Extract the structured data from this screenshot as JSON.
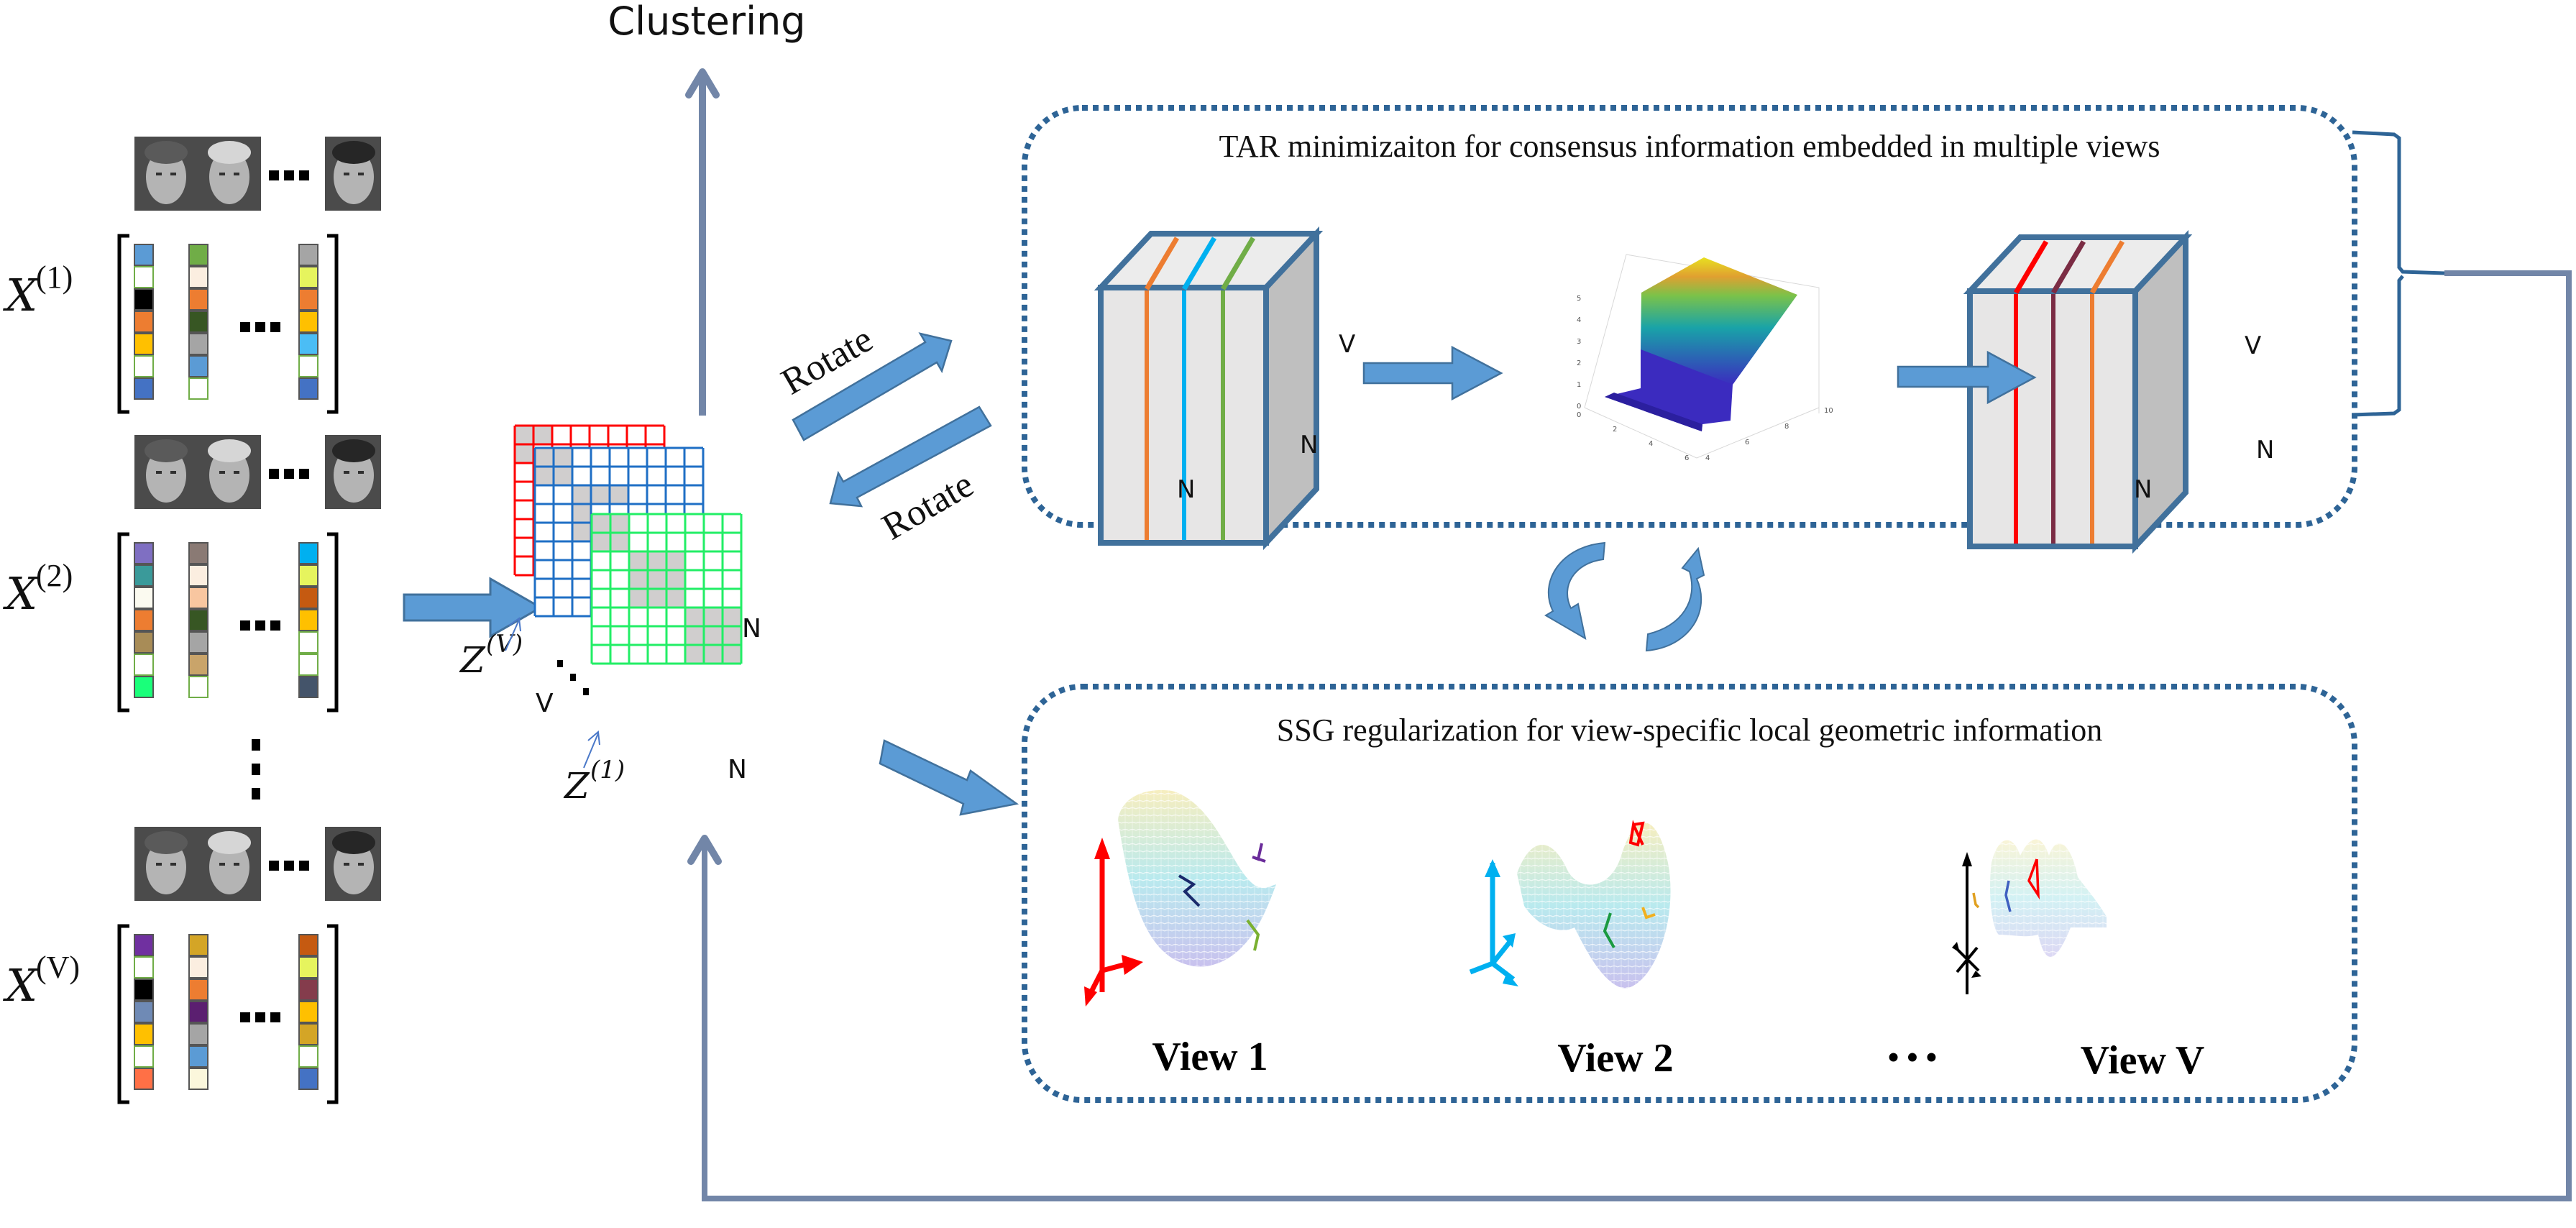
{
  "title_clustering": "Clustering",
  "views_input": [
    {
      "label_base": "X",
      "label_sup": "(1)",
      "columns": [
        [
          "#5b9bd5",
          "#ffffff",
          "#000000",
          "#ed7d31",
          "#ffc000",
          "#ffffff",
          "#4472c4"
        ],
        [
          "#70ad47",
          "#fbeee0",
          "#ed7d31",
          "#375623",
          "#a5a5a5",
          "#5b9bd5",
          "#ffffff"
        ],
        [
          "#a5a5a5",
          "#e6f45e",
          "#ed7d31",
          "#ffc000",
          "#4bbdf5",
          "#ffffff",
          "#4472c4"
        ]
      ]
    },
    {
      "label_base": "X",
      "label_sup": "(2)",
      "columns": [
        [
          "#7f6fc2",
          "#3a9a9a",
          "#fbfaf0",
          "#ed7d31",
          "#a88c57",
          "#ffffff",
          "#1aff7a"
        ],
        [
          "#8a7a74",
          "#fbeee0",
          "#f8c6a0",
          "#375623",
          "#a5a5a5",
          "#c9a46a",
          "#ffffff"
        ],
        [
          "#00b0f0",
          "#e6f45e",
          "#c55a11",
          "#ffc000",
          "#ffffff",
          "#ffffff",
          "#44546a"
        ]
      ]
    },
    {
      "label_base": "X",
      "label_sup": "(V)",
      "columns": [
        [
          "#7030a0",
          "#ffffff",
          "#000000",
          "#6f8ab5",
          "#ffc000",
          "#ffffff",
          "#ff7046"
        ],
        [
          "#d4a526",
          "#fbeee0",
          "#ed7d31",
          "#5b1f70",
          "#a5a5a5",
          "#5b9bd5",
          "#fbf7dc"
        ],
        [
          "#c55a11",
          "#e6f45e",
          "#843c4c",
          "#ffc000",
          "#d4a526",
          "#ffffff",
          "#4472c4"
        ]
      ]
    }
  ],
  "ellipsis_dots": "...",
  "tensor": {
    "z_top": "Z",
    "z_top_sup": "(V)",
    "z_bottom": "Z",
    "z_bottom_sup": "(1)",
    "label_v": "V",
    "label_n_right": "N",
    "label_n_bottom": "N",
    "slice_colors": [
      "#ff0000",
      "#1f6fc5",
      "#22ee66"
    ]
  },
  "rotate_labels": [
    "Rotate",
    "Rotate"
  ],
  "tar_panel": {
    "title": "TAR minimizaiton for consensus information embedded in multiple views",
    "cube_left": {
      "label_v": "V",
      "label_n_side": "N",
      "label_n_bottom": "N",
      "fiber_colors": [
        "#ed7d31",
        "#00b0f0",
        "#70ad47"
      ]
    },
    "cube_right": {
      "label_v": "V",
      "label_n_side": "N",
      "label_n_bottom": "N",
      "fiber_colors": [
        "#ff0000",
        "#7b2c44",
        "#ed7d31"
      ]
    },
    "surface_plot": {
      "z_ticks": [
        "0",
        "1",
        "2",
        "3",
        "4",
        "5"
      ],
      "x_ticks": [
        "0",
        "2",
        "4",
        "6"
      ],
      "y_ticks": [
        "4",
        "6",
        "8",
        "10"
      ]
    }
  },
  "ssg_panel": {
    "title": "SSG regularization for view-specific local geometric information",
    "views": [
      {
        "label": "View 1",
        "axis_color": "#ff0000"
      },
      {
        "label": "View 2",
        "axis_color": "#00b0f0"
      },
      {
        "label": "View V",
        "axis_color": "#000000"
      }
    ],
    "ellipsis": "• • •"
  },
  "colors": {
    "arrow_fill": "#5b9bd5",
    "arrow_stroke": "#41719c",
    "panel_border": "#2e6496",
    "feedback_line": "#7286a8"
  }
}
